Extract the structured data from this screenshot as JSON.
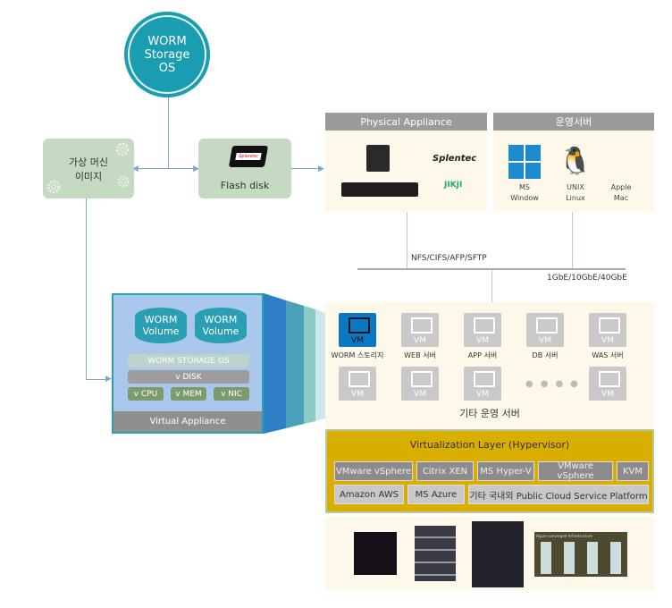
{
  "os_circle": {
    "line1": "WORM",
    "line2": "Storage",
    "line3": "OS"
  },
  "vm_image": {
    "line1": "가상 머신",
    "line2": "이미지"
  },
  "flash_disk": {
    "label": "Flash disk",
    "brand": "Splentec"
  },
  "physical": {
    "title": "Physical Appliance",
    "logo1": "Splentec",
    "logo2": "JIKJI"
  },
  "servers": {
    "title": "운영서버",
    "items": [
      {
        "l1": "MS",
        "l2": "Window",
        "icon": "windows-icon"
      },
      {
        "l1": "UNIX",
        "l2": "Linux",
        "icon": "linux-penguin-icon"
      },
      {
        "l1": "Apple",
        "l2": "Mac",
        "icon": "apple-icon"
      }
    ]
  },
  "network": {
    "protocols": "NFS/CIFS/AFP/SFTP",
    "speed": "1GbE/10GbE/40GbE"
  },
  "virtual_appliance": {
    "volume1": [
      "WORM",
      "Volume"
    ],
    "volume2": [
      "WORM",
      "Volume"
    ],
    "os": "WORM STORAGE OS",
    "vdisk": "v DISK",
    "vcpu": "v CPU",
    "vmem": "v MEM",
    "vnic": "v NIC",
    "footer": "Virtual Appliance"
  },
  "vms": {
    "badge": "VM",
    "row1": [
      "WORM 스토리지",
      "WEB 서버",
      "APP 서버",
      "DB 서버",
      "WAS 서버"
    ],
    "caption": "기타 운영 서버"
  },
  "hypervisor": {
    "title": "Virtualization Layer (Hypervisor)",
    "row1": [
      "VMware vSphere",
      "Citrix XEN",
      "MS Hyper-V",
      "VMware vSphere",
      "KVM"
    ],
    "row2": [
      "Amazon AWS",
      "MS Azure",
      "기타 국내외 Public Cloud Service Platform"
    ]
  },
  "hardware": {
    "hci_label": "Hyper-converged Infrastructure"
  },
  "colors": {
    "teal": "#1a9db0",
    "vm_active": "#0a78c2",
    "hypervisor": "#d8ae00",
    "appliance_bg": "#a9c8ec"
  }
}
